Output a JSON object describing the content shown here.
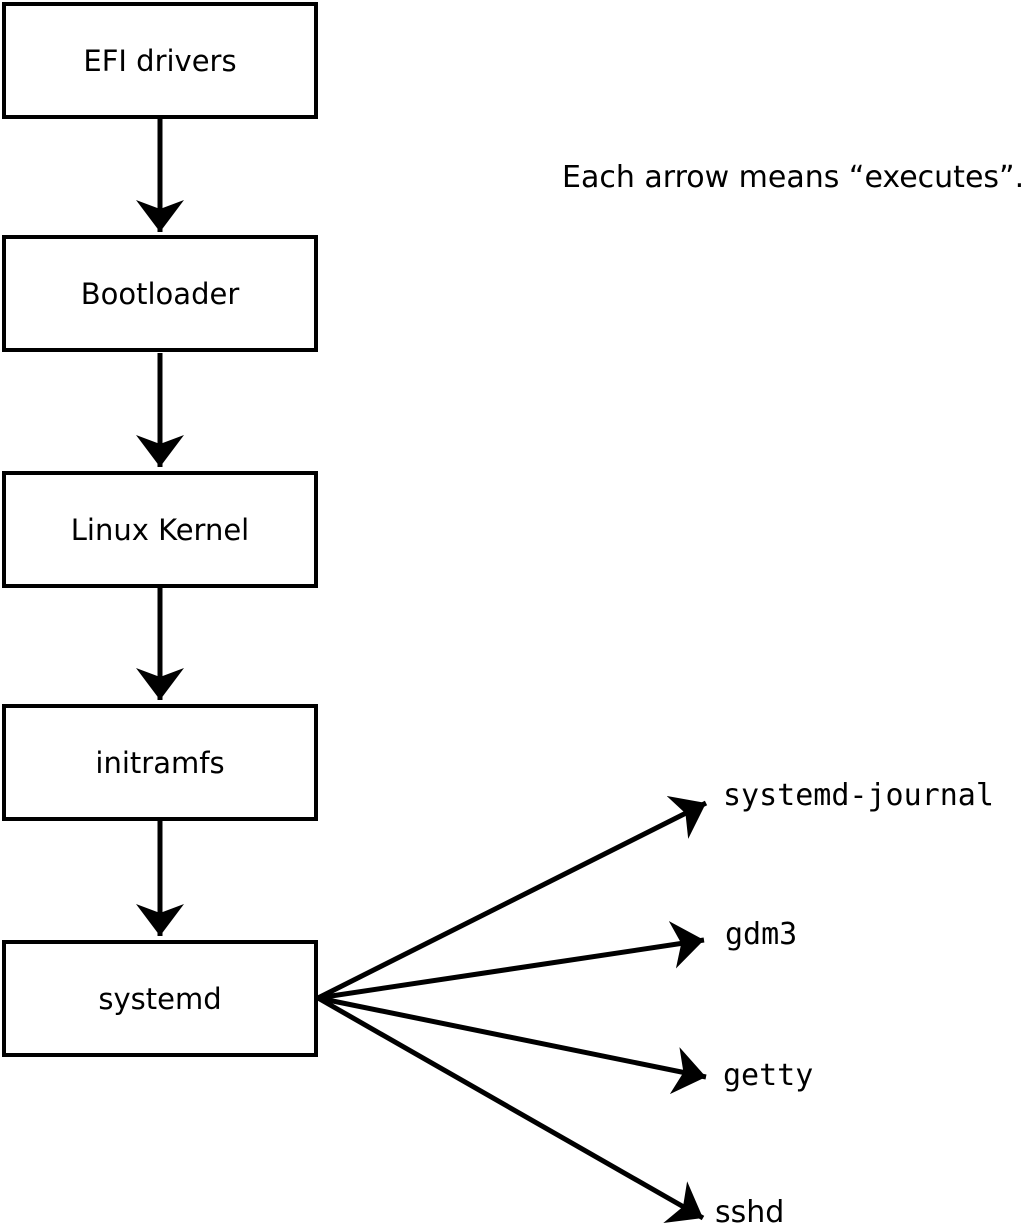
{
  "diagram": {
    "title": "linux-boot-chain",
    "annotation": "Each arrow means “executes”.",
    "arrow_meaning": "executes",
    "boxes": [
      "EFI drivers",
      "Bootloader",
      "Linux Kernel",
      "initramfs",
      "systemd"
    ],
    "processes": [
      "systemd-journal",
      "gdm3",
      "getty",
      "sshd"
    ],
    "edges": [
      {
        "from": "EFI drivers",
        "to": "Bootloader"
      },
      {
        "from": "Bootloader",
        "to": "Linux Kernel"
      },
      {
        "from": "Linux Kernel",
        "to": "initramfs"
      },
      {
        "from": "initramfs",
        "to": "systemd"
      },
      {
        "from": "systemd",
        "to": "systemd-journal"
      },
      {
        "from": "systemd",
        "to": "gdm3"
      },
      {
        "from": "systemd",
        "to": "getty"
      },
      {
        "from": "systemd",
        "to": "sshd"
      }
    ],
    "colors": {
      "stroke": "#000000",
      "background": "#ffffff",
      "box_fill": "#ffffff"
    }
  }
}
